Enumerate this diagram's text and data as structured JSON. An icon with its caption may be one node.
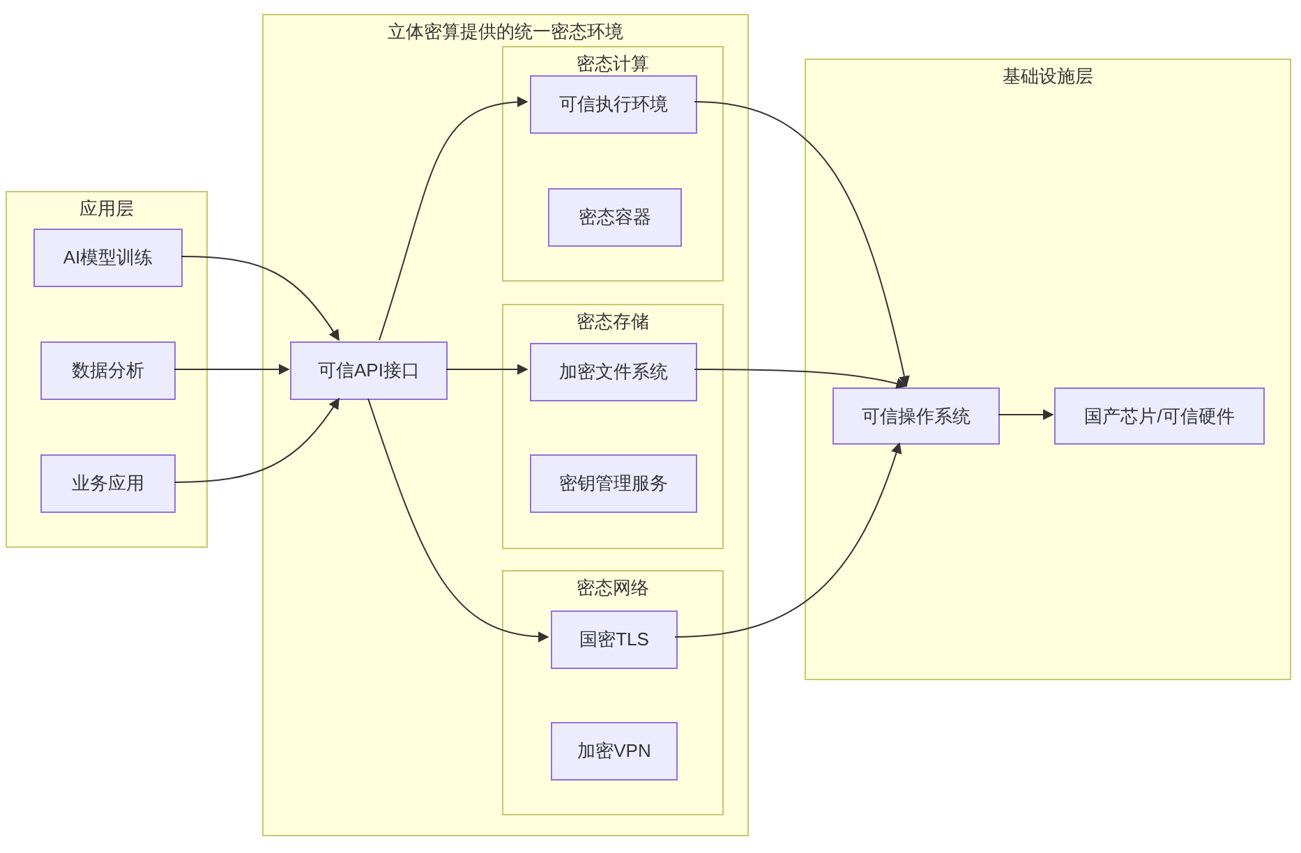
{
  "diagram": {
    "nodes": [
      {
        "text": [
          "应用层"
        ]
      },
      {
        "text": [
          "AI模型训练"
        ],
        "in": 0
      },
      {
        "text": [
          "数据分析"
        ],
        "in": 0
      },
      {
        "text": [
          "业务应用"
        ],
        "in": 0
      },
      {
        "text": [
          "立体密算提供的统一密态环境"
        ]
      },
      {
        "text": [
          "可信API接口"
        ],
        "in": 4
      },
      {
        "text": [
          "密态计算"
        ],
        "in": 4
      },
      {
        "text": [
          "可信执行环境"
        ],
        "in": 6
      },
      {
        "text": [
          "密态容器"
        ],
        "in": 6
      },
      {
        "text": [
          "密态存储"
        ],
        "in": 4
      },
      {
        "text": [
          "加密文件系统"
        ],
        "in": 9
      },
      {
        "text": [
          "密钥管理服务"
        ],
        "in": 9
      },
      {
        "text": [
          "密态网络"
        ],
        "in": 4
      },
      {
        "text": [
          "国密TLS"
        ],
        "in": 12
      },
      {
        "text": [
          "加密VPN"
        ],
        "in": 12
      },
      {
        "text": [
          "基础设施层"
        ]
      },
      {
        "text": [
          "可信操作系统"
        ],
        "in": 15
      },
      {
        "text": [
          "国产芯片/可信硬件"
        ],
        "in": 15
      }
    ],
    "edges": [
      {
        "from": 1,
        "to": 5,
        "arrow": "to"
      },
      {
        "from": 2,
        "to": 5,
        "arrow": "to"
      },
      {
        "from": 3,
        "to": 5,
        "arrow": "to"
      },
      {
        "from": 5,
        "to": 7,
        "arrow": "to"
      },
      {
        "from": 5,
        "to": 10,
        "arrow": "to"
      },
      {
        "from": 5,
        "to": 13,
        "arrow": "to"
      },
      {
        "from": 7,
        "to": 16,
        "arrow": "to"
      },
      {
        "from": 10,
        "to": 16,
        "arrow": "to"
      },
      {
        "from": 13,
        "to": 16,
        "arrow": "to"
      },
      {
        "from": 16,
        "to": 17,
        "arrow": "to"
      }
    ]
  }
}
